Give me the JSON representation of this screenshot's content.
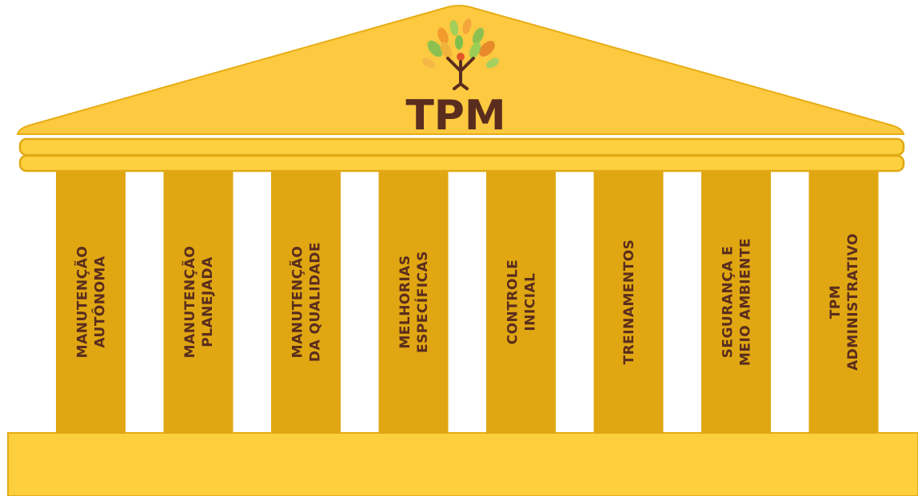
{
  "colors": {
    "roof": "#fcc940",
    "roof_edge": "#e8ad16",
    "band": "#fdd03f",
    "band_edge": "#e1a915",
    "pillar": "#e0a712",
    "base": "#fdcf3c",
    "base_edge": "#e6ab17",
    "text": "#5a2d1e"
  },
  "title": "TPM",
  "logo_icon": "tree-person-icon",
  "pillars": [
    {
      "lines": [
        "MANUTENÇÃO",
        "AUTÔNOMA"
      ]
    },
    {
      "lines": [
        "MANUTENÇÃO",
        "PLANEJADA"
      ]
    },
    {
      "lines": [
        "MANUTENÇÃO",
        "DA QUALIDADE"
      ]
    },
    {
      "lines": [
        "MELHORIAS",
        "ESPECÍFICAS"
      ]
    },
    {
      "lines": [
        "CONTROLE",
        "INICIAL"
      ]
    },
    {
      "lines": [
        "TREINAMENTOS"
      ]
    },
    {
      "lines": [
        "SEGURANÇA E",
        "MEIO AMBIENTE"
      ]
    },
    {
      "lines": [
        "TPM",
        "ADMINISTRATIVO"
      ]
    }
  ]
}
